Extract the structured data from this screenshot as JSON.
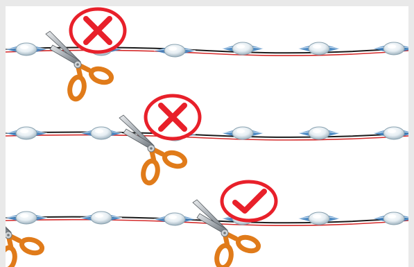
{
  "illustration": {
    "rows": [
      {
        "cut_location": "on-module",
        "verdict": "wrong",
        "verdict_icon": "x-mark-icon"
      },
      {
        "cut_location": "on-module",
        "verdict": "wrong",
        "verdict_icon": "x-mark-icon"
      },
      {
        "cut_location": "between-modules",
        "verdict": "correct",
        "verdict_icon": "check-mark-icon"
      }
    ],
    "colors": {
      "verdict_red": "#e8202a",
      "scissor_handle": "#e07b1a",
      "wire_black": "#1a1a1a",
      "wire_red": "#d42a2a",
      "blade_gray": "#9aa0a6",
      "background": "#e9e9e9",
      "panel": "#ffffff"
    }
  }
}
